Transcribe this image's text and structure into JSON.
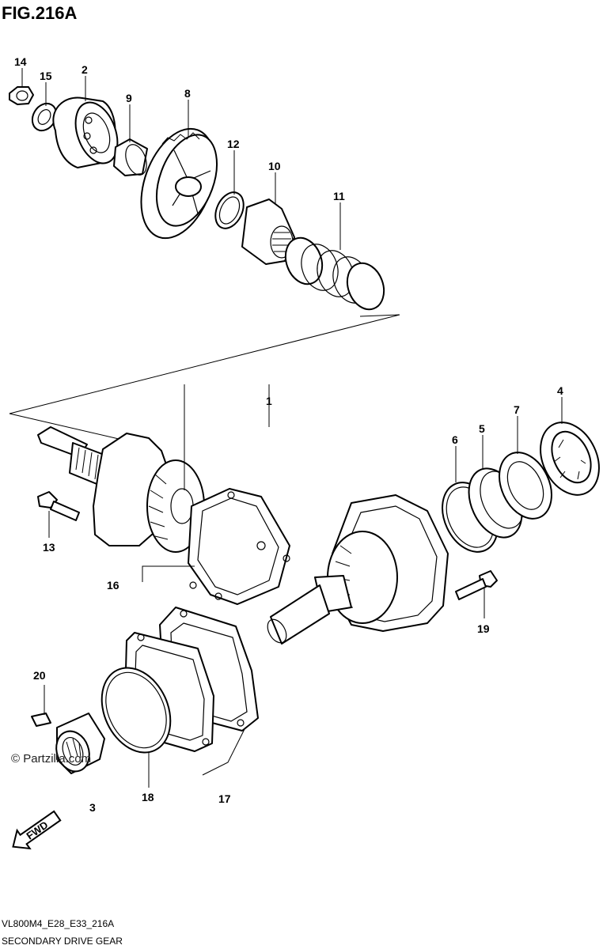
{
  "figure": {
    "title": "FIG.216A",
    "model_code": "VL800M4_E28_E33_216A",
    "name": "SECONDARY DRIVE GEAR"
  },
  "watermark": "© Partzilla.com",
  "fwd_label": "FWD",
  "callouts": {
    "c1": "1",
    "c2": "2",
    "c3": "3",
    "c4": "4",
    "c5": "5",
    "c6": "6",
    "c7": "7",
    "c8": "8",
    "c9": "9",
    "c10": "10",
    "c11": "11",
    "c12": "12",
    "c13": "13",
    "c14": "14",
    "c15": "15",
    "c16": "16",
    "c17": "17",
    "c18": "18",
    "c19": "19",
    "c20": "20"
  }
}
